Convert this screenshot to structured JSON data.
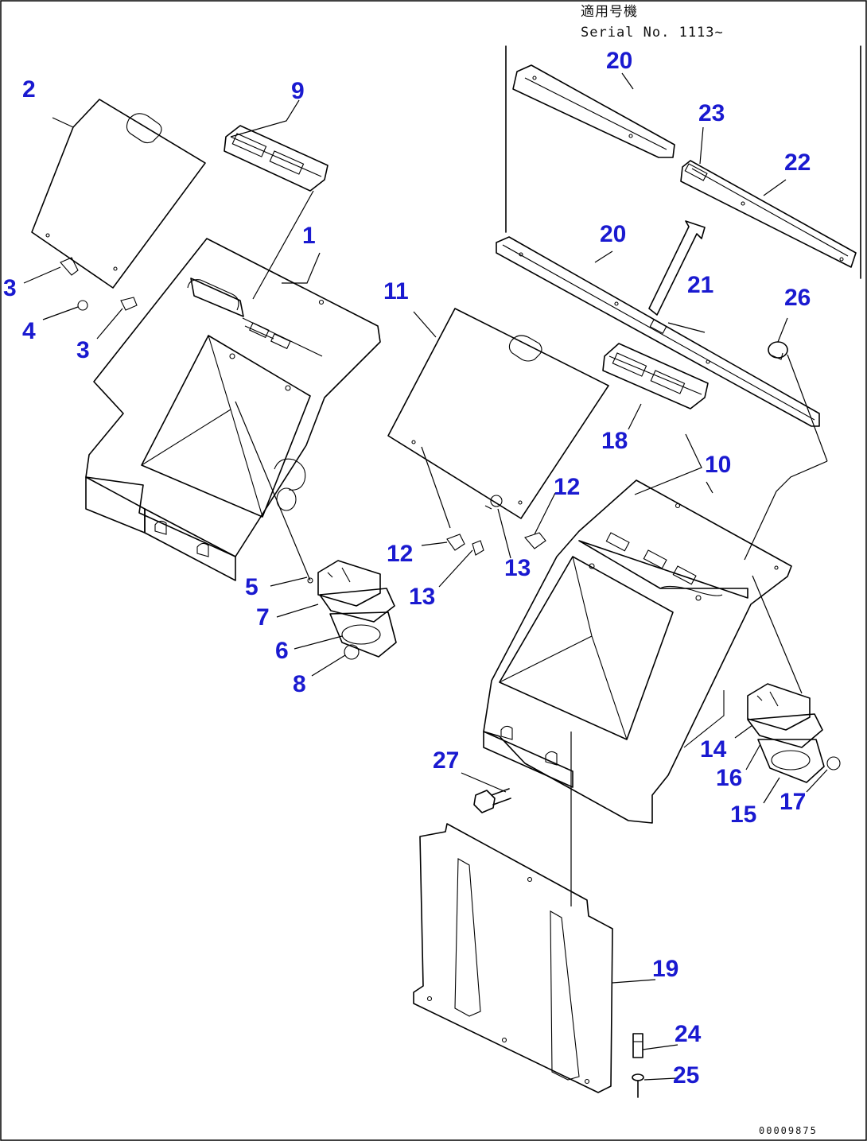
{
  "header": {
    "applicable_model_label": "適用号機",
    "serial_label": "Serial No. 1113~"
  },
  "drawing_code": "00009875",
  "callouts": [
    {
      "id": "c1",
      "number": "1"
    },
    {
      "id": "c2",
      "number": "2"
    },
    {
      "id": "c3a",
      "number": "3"
    },
    {
      "id": "c3b",
      "number": "3"
    },
    {
      "id": "c4",
      "number": "4"
    },
    {
      "id": "c5",
      "number": "5"
    },
    {
      "id": "c6",
      "number": "6"
    },
    {
      "id": "c7",
      "number": "7"
    },
    {
      "id": "c8",
      "number": "8"
    },
    {
      "id": "c9",
      "number": "9"
    },
    {
      "id": "c10",
      "number": "10"
    },
    {
      "id": "c11",
      "number": "11"
    },
    {
      "id": "c12a",
      "number": "12"
    },
    {
      "id": "c12b",
      "number": "12"
    },
    {
      "id": "c13a",
      "number": "13"
    },
    {
      "id": "c13b",
      "number": "13"
    },
    {
      "id": "c14",
      "number": "14"
    },
    {
      "id": "c15",
      "number": "15"
    },
    {
      "id": "c16",
      "number": "16"
    },
    {
      "id": "c17",
      "number": "17"
    },
    {
      "id": "c18",
      "number": "18"
    },
    {
      "id": "c19",
      "number": "19"
    },
    {
      "id": "c20a",
      "number": "20"
    },
    {
      "id": "c20b",
      "number": "20"
    },
    {
      "id": "c21",
      "number": "21"
    },
    {
      "id": "c22",
      "number": "22"
    },
    {
      "id": "c23",
      "number": "23"
    },
    {
      "id": "c24",
      "number": "24"
    },
    {
      "id": "c25",
      "number": "25"
    },
    {
      "id": "c26",
      "number": "26"
    },
    {
      "id": "c27",
      "number": "27"
    }
  ]
}
